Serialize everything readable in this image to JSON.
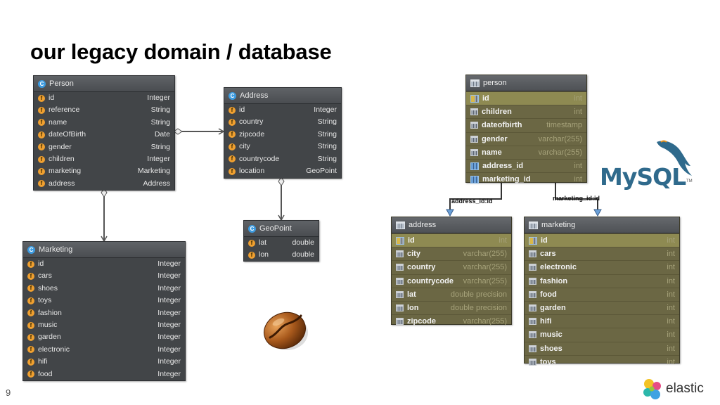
{
  "slide": {
    "title": "our legacy domain / database",
    "page_number": "9"
  },
  "person_class": {
    "name": "Person",
    "fields": [
      {
        "name": "id",
        "type": "Integer"
      },
      {
        "name": "reference",
        "type": "String"
      },
      {
        "name": "name",
        "type": "String"
      },
      {
        "name": "dateOfBirth",
        "type": "Date"
      },
      {
        "name": "gender",
        "type": "String"
      },
      {
        "name": "children",
        "type": "Integer"
      },
      {
        "name": "marketing",
        "type": "Marketing"
      },
      {
        "name": "address",
        "type": "Address"
      }
    ]
  },
  "address_class": {
    "name": "Address",
    "fields": [
      {
        "name": "id",
        "type": "Integer"
      },
      {
        "name": "country",
        "type": "String"
      },
      {
        "name": "zipcode",
        "type": "String"
      },
      {
        "name": "city",
        "type": "String"
      },
      {
        "name": "countrycode",
        "type": "String"
      },
      {
        "name": "location",
        "type": "GeoPoint"
      }
    ]
  },
  "geopoint_class": {
    "name": "GeoPoint",
    "fields": [
      {
        "name": "lat",
        "type": "double"
      },
      {
        "name": "lon",
        "type": "double"
      }
    ]
  },
  "marketing_class": {
    "name": "Marketing",
    "fields": [
      {
        "name": "id",
        "type": "Integer"
      },
      {
        "name": "cars",
        "type": "Integer"
      },
      {
        "name": "shoes",
        "type": "Integer"
      },
      {
        "name": "toys",
        "type": "Integer"
      },
      {
        "name": "fashion",
        "type": "Integer"
      },
      {
        "name": "music",
        "type": "Integer"
      },
      {
        "name": "garden",
        "type": "Integer"
      },
      {
        "name": "electronic",
        "type": "Integer"
      },
      {
        "name": "hifi",
        "type": "Integer"
      },
      {
        "name": "food",
        "type": "Integer"
      }
    ]
  },
  "person_table": {
    "name": "person",
    "columns": [
      {
        "name": "id",
        "type": "int",
        "kind": "pk"
      },
      {
        "name": "children",
        "type": "int",
        "kind": "col"
      },
      {
        "name": "dateofbirth",
        "type": "timestamp",
        "kind": "col"
      },
      {
        "name": "gender",
        "type": "varchar(255)",
        "kind": "col"
      },
      {
        "name": "name",
        "type": "varchar(255)",
        "kind": "col"
      },
      {
        "name": "address_id",
        "type": "int",
        "kind": "fk"
      },
      {
        "name": "marketing_id",
        "type": "int",
        "kind": "fk"
      }
    ]
  },
  "address_table": {
    "name": "address",
    "columns": [
      {
        "name": "id",
        "type": "int",
        "kind": "pk"
      },
      {
        "name": "city",
        "type": "varchar(255)",
        "kind": "col"
      },
      {
        "name": "country",
        "type": "varchar(255)",
        "kind": "col"
      },
      {
        "name": "countrycode",
        "type": "varchar(255)",
        "kind": "col"
      },
      {
        "name": "lat",
        "type": "double precision",
        "kind": "col"
      },
      {
        "name": "lon",
        "type": "double precision",
        "kind": "col"
      },
      {
        "name": "zipcode",
        "type": "varchar(255)",
        "kind": "col"
      }
    ]
  },
  "marketing_table": {
    "name": "marketing",
    "columns": [
      {
        "name": "id",
        "type": "int",
        "kind": "pk"
      },
      {
        "name": "cars",
        "type": "int",
        "kind": "col"
      },
      {
        "name": "electronic",
        "type": "int",
        "kind": "col"
      },
      {
        "name": "fashion",
        "type": "int",
        "kind": "col"
      },
      {
        "name": "food",
        "type": "int",
        "kind": "col"
      },
      {
        "name": "garden",
        "type": "int",
        "kind": "col"
      },
      {
        "name": "hifi",
        "type": "int",
        "kind": "col"
      },
      {
        "name": "music",
        "type": "int",
        "kind": "col"
      },
      {
        "name": "shoes",
        "type": "int",
        "kind": "col"
      },
      {
        "name": "toys",
        "type": "int",
        "kind": "col"
      }
    ]
  },
  "relations": {
    "address_fk_label": "address_id:id",
    "marketing_fk_label": "marketing_id:id"
  },
  "logos": {
    "mysql": "MySQL",
    "mysql_tm": "TM",
    "elastic": "elastic",
    "java_bean_icon": "coffee-bean-icon"
  },
  "colors": {
    "uml_box": "#424548",
    "db_table": "#6b6744",
    "pk_row": "#8e8a52",
    "class_icon": "#3d9be0",
    "field_icon": "#f0a030",
    "mysql_blue": "#2f6a8c"
  }
}
